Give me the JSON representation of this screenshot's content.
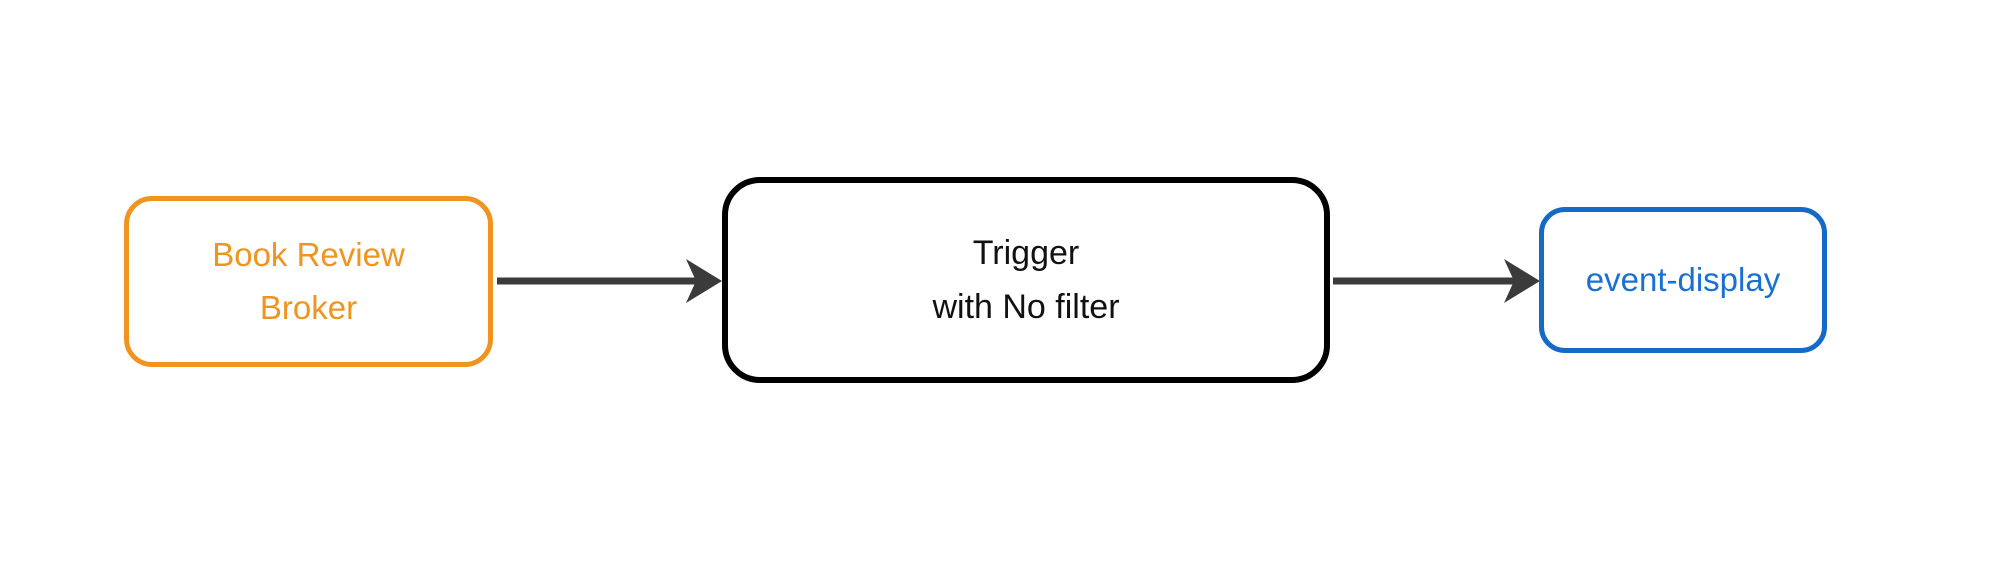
{
  "diagram": {
    "background_color": "#ffffff",
    "arrow_color": "#3b3b3b",
    "nodes": [
      {
        "id": "book-review-broker",
        "label": "Book Review Broker",
        "lines": [
          "Book Review",
          "Broker"
        ],
        "border_color": "#f0941f",
        "text_color": "#f0941f"
      },
      {
        "id": "trigger",
        "label": "Trigger with No filter",
        "lines": [
          "Trigger",
          "with No filter"
        ],
        "border_color": "#000000",
        "text_color": "#111111"
      },
      {
        "id": "event-display",
        "label": "event-display",
        "lines": [
          "event-display"
        ],
        "border_color": "#1569c7",
        "text_color": "#1a6fd4"
      }
    ],
    "edges": [
      {
        "from": "book-review-broker",
        "to": "trigger"
      },
      {
        "from": "trigger",
        "to": "event-display"
      }
    ]
  }
}
